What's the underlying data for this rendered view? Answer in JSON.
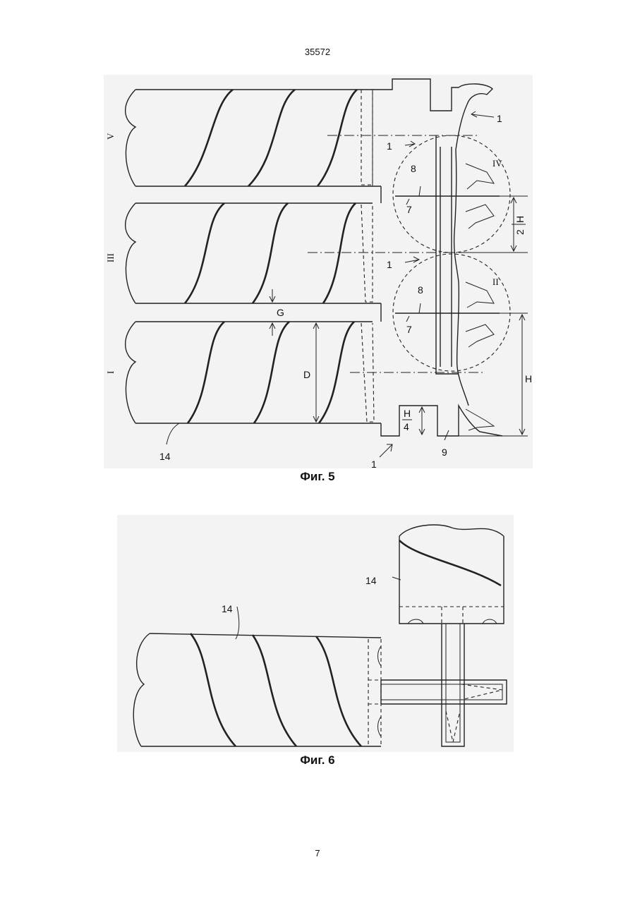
{
  "header": {
    "doc_number": "35572"
  },
  "figure5": {
    "caption": "Фиг. 5",
    "roman_labels": [
      "V",
      "III",
      "I",
      "IV",
      "II"
    ],
    "labels": {
      "ref_1": "1",
      "ref_7": "7",
      "ref_8": "8",
      "ref_9": "9",
      "ref_14": "14",
      "gap": "G",
      "diameter": "D",
      "height": "H",
      "height_half_num": "H",
      "height_half_den": "2",
      "height_quarter_num": "H",
      "height_quarter_den": "4"
    }
  },
  "figure6": {
    "caption": "Фиг. 6",
    "labels": {
      "ref_14_top": "14",
      "ref_14_left": "14"
    }
  },
  "footer": {
    "page_number": "7"
  }
}
